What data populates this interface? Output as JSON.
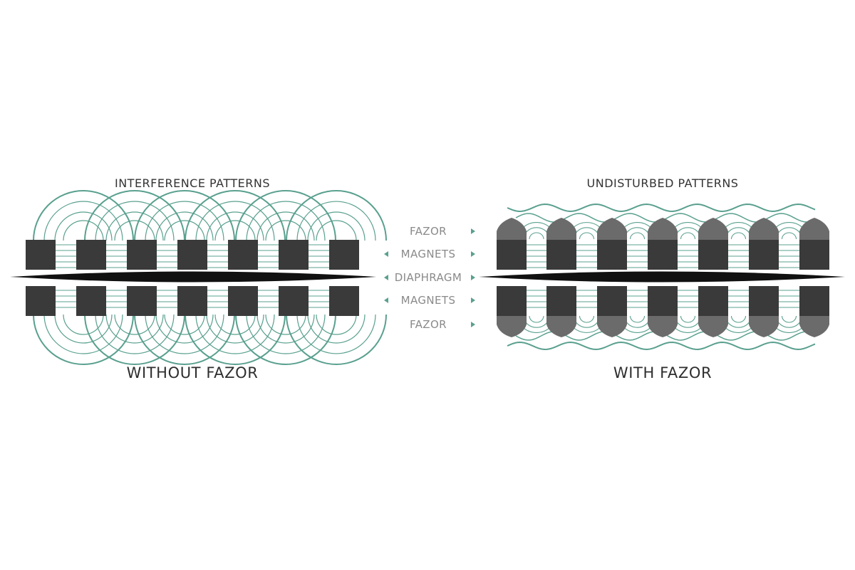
{
  "left_panel": {
    "heading": "INTERFERENCE PATTERNS",
    "caption": "WITHOUT FAZOR"
  },
  "right_panel": {
    "heading": "UNDISTURBED PATTERNS",
    "caption": "WITH FAZOR"
  },
  "legend": [
    {
      "label": "FAZOR",
      "left_arrow": false,
      "right_arrow": true
    },
    {
      "label": "MAGNETS",
      "left_arrow": true,
      "right_arrow": true
    },
    {
      "label": "DIAPHRAGM",
      "left_arrow": true,
      "right_arrow": true
    },
    {
      "label": "MAGNETS",
      "left_arrow": true,
      "right_arrow": true
    },
    {
      "label": "FAZOR",
      "left_arrow": false,
      "right_arrow": true
    }
  ],
  "colors": {
    "field_line": "#5aa08f",
    "magnet": "#3a3a3a",
    "fazor": "#6b6b6b",
    "diaphragm": "#111111",
    "arrow": "#5aa08f",
    "legend_text": "#8a8a8a"
  }
}
